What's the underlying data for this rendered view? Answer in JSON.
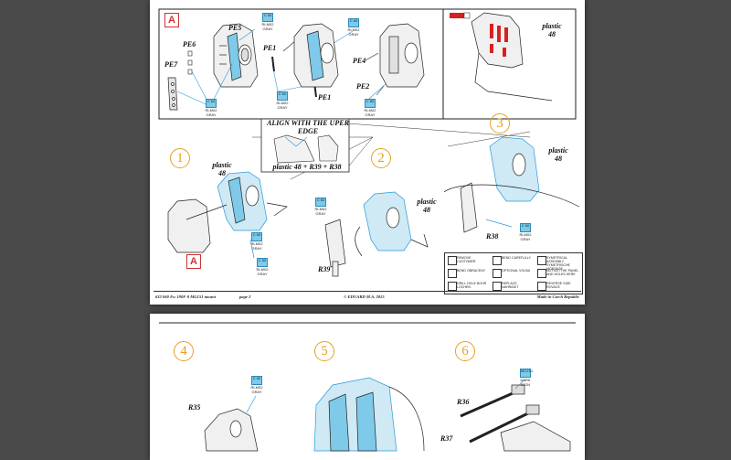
{
  "page1": {
    "section_A": {
      "badge": "A",
      "parts": [
        "PE5",
        "PE6",
        "PE7",
        "PE1",
        "PE1",
        "PE4",
        "PE2"
      ],
      "color_chips": [
        {
          "code": "C 60",
          "name": "RLM02 GRAY"
        },
        {
          "code": "C 60",
          "name": "RLM02 GRAY"
        },
        {
          "code": "C 60",
          "name": "RLM02 GRAY"
        },
        {
          "code": "C 60",
          "name": "RLM02 GRAY"
        },
        {
          "code": "C 60",
          "name": "RLM02 GRAY"
        }
      ]
    },
    "top_right": {
      "plastic": "plastic",
      "part": "48"
    },
    "callout": {
      "title": "ALIGN WITH THE UPER EDGE",
      "formula": "plastic 48 + R39 + R38"
    },
    "steps": [
      "1",
      "2",
      "3"
    ],
    "step1": {
      "plastic": "plastic",
      "part": "48",
      "badge": "A",
      "chips": [
        {
          "code": "C 60",
          "name": "RLM02 GRAY"
        },
        {
          "code": "C 60",
          "name": "RLM02 GRAY"
        }
      ]
    },
    "step2": {
      "plastic": "plastic",
      "part": "48",
      "resin": "R39",
      "chip": {
        "code": "C 60",
        "name": "RLM02 GRAY"
      }
    },
    "step3": {
      "plastic": "plastic",
      "part": "48",
      "resin": "R38",
      "chip": {
        "code": "C 60",
        "name": "RLM02 GRAY"
      }
    },
    "legend": [
      "REMOVE CUSTOMER",
      "BEND CAREFULLY",
      "SYMETRICAL ASSEMBLY SYMETRISCHE MONTAGE",
      "BEND OBRACENY",
      "OPTIONAL VOLBA",
      "NOTICE! THE PANEL AND HOLES HERE",
      "DRILL HOLE BOHR LOCHEN",
      "REPLACE NAHRADIT",
      "REVERSE SIDE ROVACE"
    ],
    "footer": {
      "left": "632 060   Fw 190F-8 MG151 mount",
      "page": "page 2",
      "center": "© EDUARD  M.A. 2015",
      "right": "Made in Czech Republic"
    }
  },
  "page2": {
    "steps": [
      "4",
      "5",
      "6"
    ],
    "parts": [
      "R35",
      "R36",
      "R37"
    ],
    "chips": [
      {
        "code": "C 60",
        "name": "RLM02 GRAY"
      },
      {
        "code": "MC214",
        "name": "DARK IRON"
      }
    ]
  }
}
